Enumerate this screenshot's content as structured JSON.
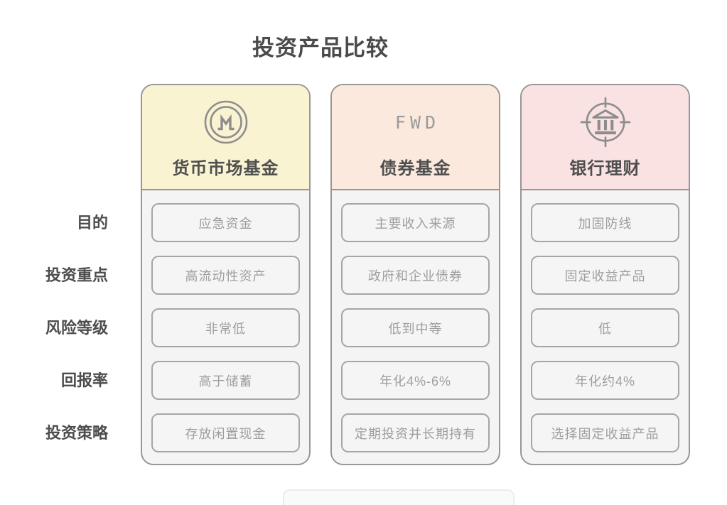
{
  "title": "投资产品比较",
  "row_labels": [
    "目的",
    "投资重点",
    "风险等级",
    "回报率",
    "投资策略"
  ],
  "columns": [
    {
      "name": "货币市场基金",
      "icon": "monero-m-icon",
      "header_bg": "#faf3d2",
      "rows": [
        "应急资金",
        "高流动性资产",
        "非常低",
        "高于储蓄",
        "存放闲置现金"
      ]
    },
    {
      "name": "债券基金",
      "icon": "fwd-wordmark",
      "wordmark": "FWD",
      "header_bg": "#fae9dc",
      "rows": [
        "主要收入来源",
        "政府和企业债券",
        "低到中等",
        "年化4%-6%",
        "定期投资并长期持有"
      ]
    },
    {
      "name": "银行理财",
      "icon": "bank-target-icon",
      "header_bg": "#fae2e2",
      "rows": [
        "加固防线",
        "固定收益产品",
        "低",
        "年化约4%",
        "选择固定收益产品"
      ]
    }
  ],
  "colors": {
    "border_gray": "#979797",
    "cell_border_gray": "#a6a6a6",
    "cell_text_gray": "#9e9e9e",
    "heading_gray": "#4d4d4d",
    "icon_gray": "#8d8d8d",
    "body_bg": "#f4f4f4"
  }
}
